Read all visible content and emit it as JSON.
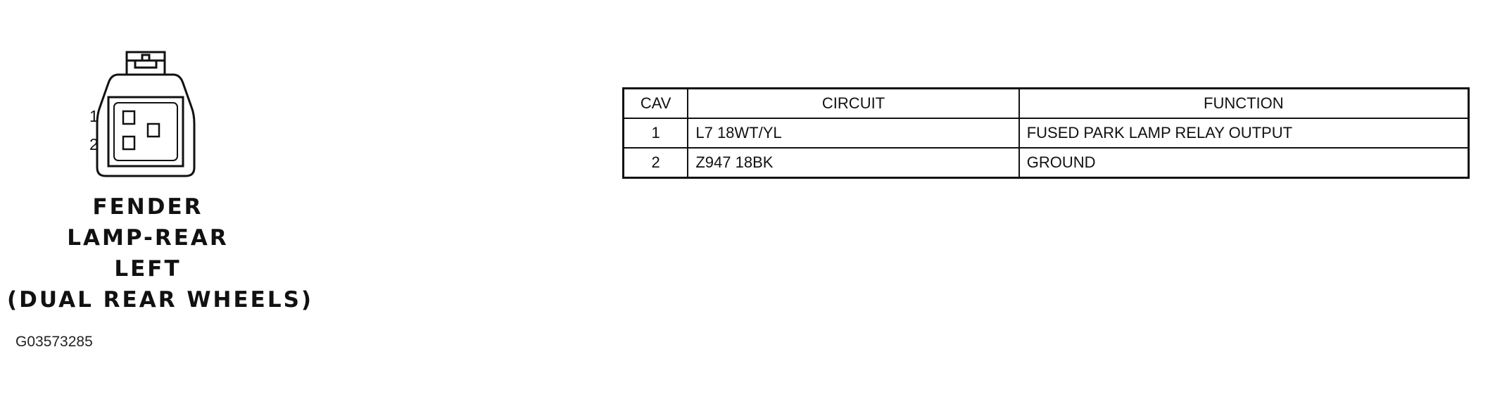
{
  "connector": {
    "pin_labels": [
      "1",
      "2"
    ],
    "name_lines": [
      "FENDER",
      "LAMP-REAR",
      "LEFT",
      "(DUAL REAR WHEELS)"
    ],
    "image_code": "G03573285"
  },
  "pinout_table": {
    "headers": {
      "cav": "CAV",
      "circuit": "CIRCUIT",
      "function": "FUNCTION"
    },
    "rows": [
      {
        "cav": "1",
        "circuit": "L7 18WT/YL",
        "function": "FUSED PARK LAMP RELAY OUTPUT"
      },
      {
        "cav": "2",
        "circuit": "Z947 18BK",
        "function": "GROUND"
      }
    ]
  }
}
